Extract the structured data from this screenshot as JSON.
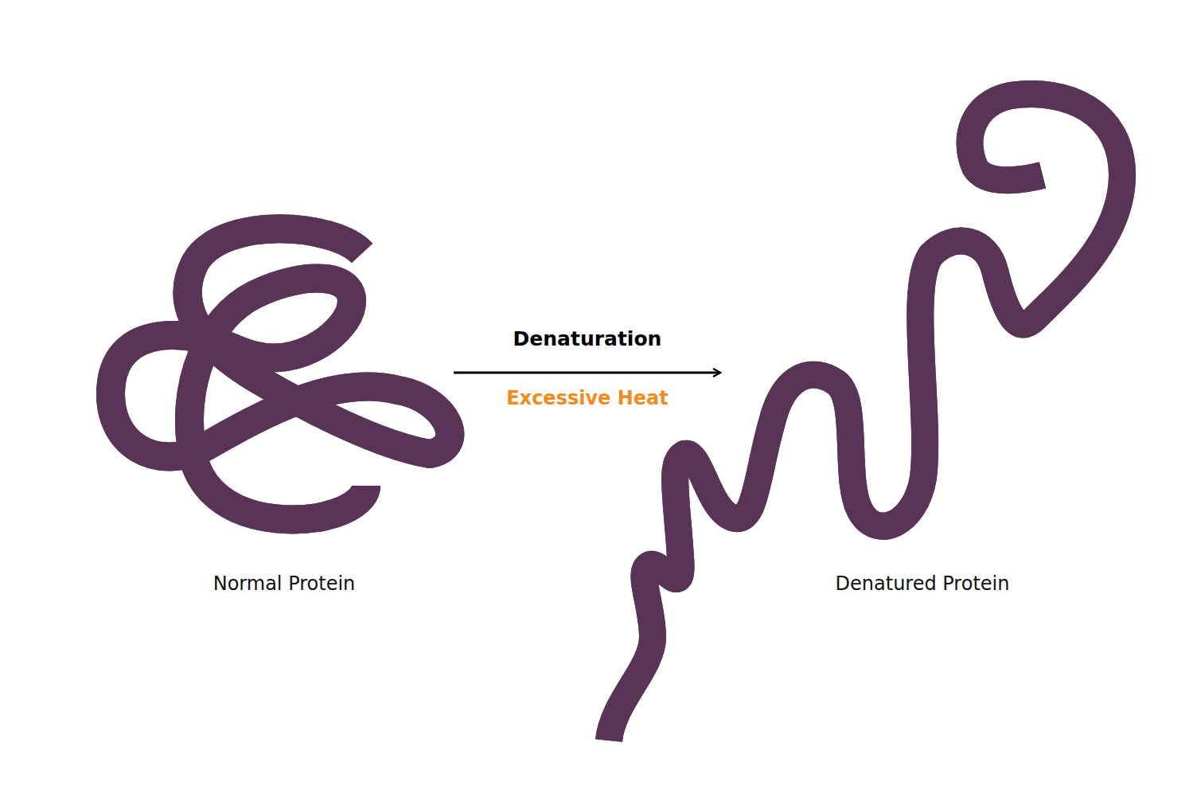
{
  "diagram": {
    "labels": [
      "Denaturation",
      "Excessive Heat",
      "Normal Protein",
      "Denatured Protein"
    ]
  }
}
